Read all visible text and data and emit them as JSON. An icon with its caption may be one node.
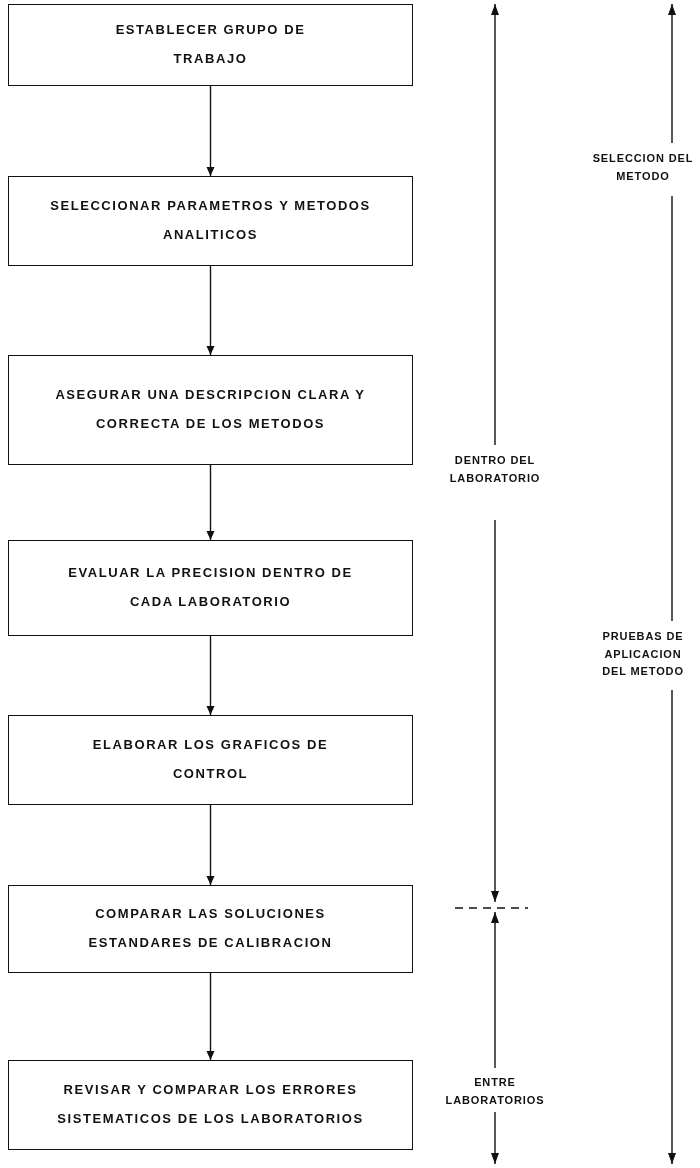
{
  "diagram": {
    "nodes": [
      {
        "text": [
          "ESTABLECER GRUPO DE TRABAJO"
        ]
      },
      {
        "text": [
          "SELECCIONAR PARAMETROS Y METODOS ANALITICOS"
        ]
      },
      {
        "text": [
          "ASEGURAR UNA DESCRIPCION CLARA Y CORRECTA DE LOS METODOS"
        ]
      },
      {
        "text": [
          "EVALUAR LA PRECISION DENTRO DE CADA LABORATORIO"
        ]
      },
      {
        "text": [
          "ELABORAR LOS GRAFICOS DE CONTROL"
        ]
      },
      {
        "text": [
          "COMPARAR LAS SOLUCIONES ESTANDARES DE CALIBRACION"
        ]
      },
      {
        "text": [
          "REVISAR Y COMPARAR LOS ERRORES SISTEMATICOS DE LOS LABORATORIOS"
        ]
      }
    ],
    "edges": [
      {
        "from": 0,
        "to": 1,
        "arrow": "to"
      },
      {
        "from": 1,
        "to": 2,
        "arrow": "to"
      },
      {
        "from": 2,
        "to": 3,
        "arrow": "to"
      },
      {
        "from": 3,
        "to": 4,
        "arrow": "to"
      },
      {
        "from": 4,
        "to": 5,
        "arrow": "to"
      },
      {
        "from": 5,
        "to": 6,
        "arrow": "to"
      }
    ],
    "labels": [
      "SELECCION DEL METODO",
      "DENTRO DEL LABORATORIO",
      "PRUEBAS DE APLICACION DEL METODO",
      "ENTRE LABORATORIOS"
    ]
  }
}
